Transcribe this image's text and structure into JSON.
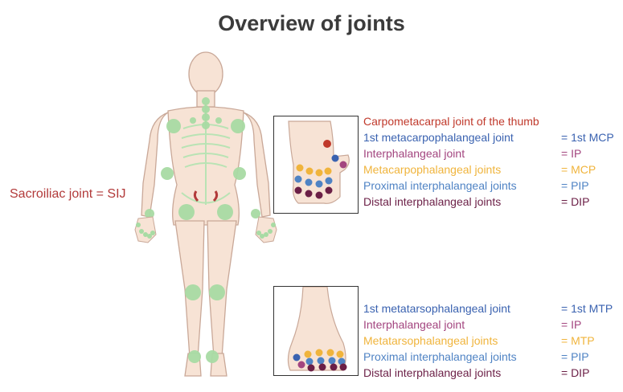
{
  "title": "Overview of joints",
  "sij_label": "Sacroiliac joint = SIJ",
  "colors": {
    "red": "#c0392b",
    "blue": "#3a62b0",
    "purple": "#a3457f",
    "yellow": "#f0b43c",
    "lightblue": "#4f83c4",
    "darkpurple": "#6b1f46",
    "joint_green": "#a8dba4",
    "skin": "#f7e3d5",
    "skin_outline": "#c9a898",
    "skeleton_green": "#b9e3b4"
  },
  "hand_legend": [
    {
      "label": "Carpometacarpal joint of the thumb",
      "abbr": "",
      "color": "#c0392b"
    },
    {
      "label": "1st metacarpophalangeal joint",
      "abbr": "= 1st MCP",
      "color": "#3a62b0"
    },
    {
      "label": "Interphalangeal joint",
      "abbr": "= IP",
      "color": "#a3457f"
    },
    {
      "label": "Metacarpophalangeal joints",
      "abbr": "= MCP",
      "color": "#f0b43c"
    },
    {
      "label": "Proximal interphalangeal joints",
      "abbr": "= PIP",
      "color": "#4f83c4"
    },
    {
      "label": "Distal interphalangeal joints",
      "abbr": "= DIP",
      "color": "#6b1f46"
    }
  ],
  "foot_legend": [
    {
      "label": "1st metatarsophalangeal joint",
      "abbr": "= 1st MTP",
      "color": "#3a62b0"
    },
    {
      "label": "Interphalangeal joint",
      "abbr": "= IP",
      "color": "#a3457f"
    },
    {
      "label": "Metatarsophalangeal joints",
      "abbr": "= MTP",
      "color": "#f0b43c"
    },
    {
      "label": "Proximal interphalangeal joints",
      "abbr": "= PIP",
      "color": "#4f83c4"
    },
    {
      "label": "Distal interphalangeal joints",
      "abbr": "= DIP",
      "color": "#6b1f46"
    }
  ]
}
